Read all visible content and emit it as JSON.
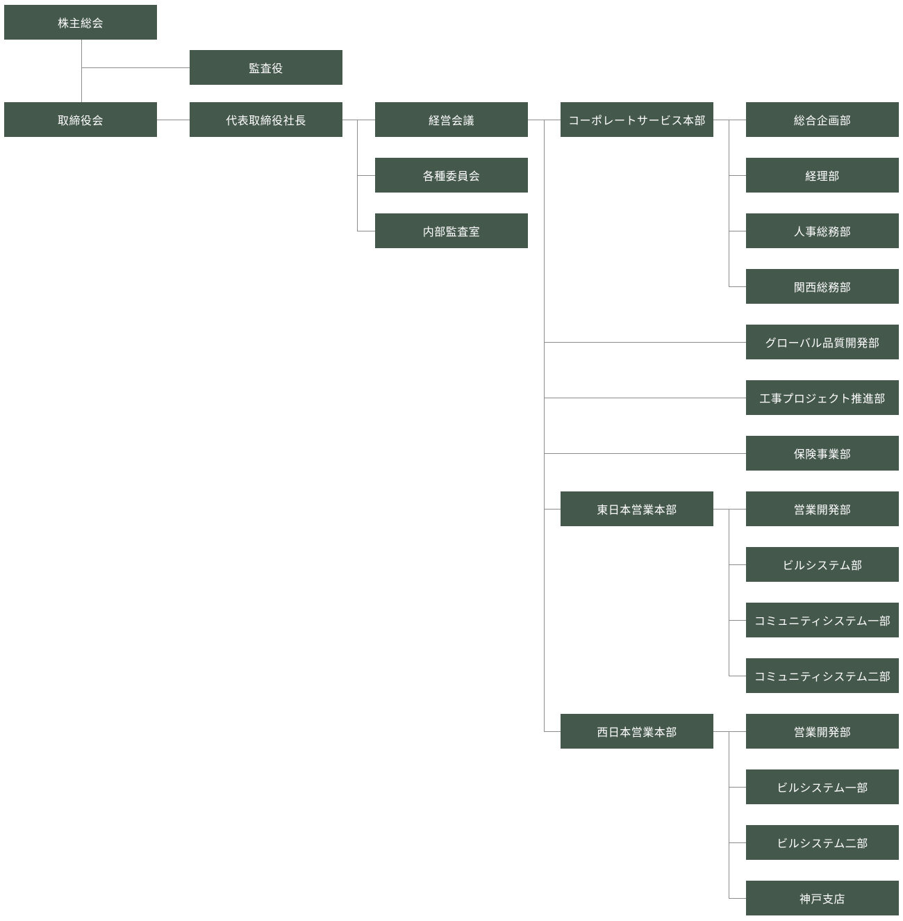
{
  "org": {
    "shareholders": "株主総会",
    "auditor": "監査役",
    "board": "取締役会",
    "president": "代表取締役社長",
    "management_meeting": "経営会議",
    "committees": "各種委員会",
    "internal_audit": "内部監査室",
    "corporate_services": "コーポレートサービス本部",
    "general_planning": "総合企画部",
    "accounting": "経理部",
    "hr_general": "人事総務部",
    "kansai_general": "関西総務部",
    "global_quality": "グローバル品質開発部",
    "construction_project": "工事プロジェクト推進部",
    "insurance": "保険事業部",
    "east_japan_sales": "東日本営業本部",
    "east_sales_dev": "営業開発部",
    "east_building_system": "ビルシステム部",
    "community_system_1": "コミュニティシステム一部",
    "community_system_2": "コミュニティシステム二部",
    "west_japan_sales": "西日本営業本部",
    "west_sales_dev": "営業開発部",
    "west_building_system_1": "ビルシステム一部",
    "west_building_system_2": "ビルシステム二部",
    "kobe_branch": "神戸支店"
  },
  "colors": {
    "box": "#45584c",
    "line": "#8c8c8c",
    "text": "#ffffff"
  }
}
